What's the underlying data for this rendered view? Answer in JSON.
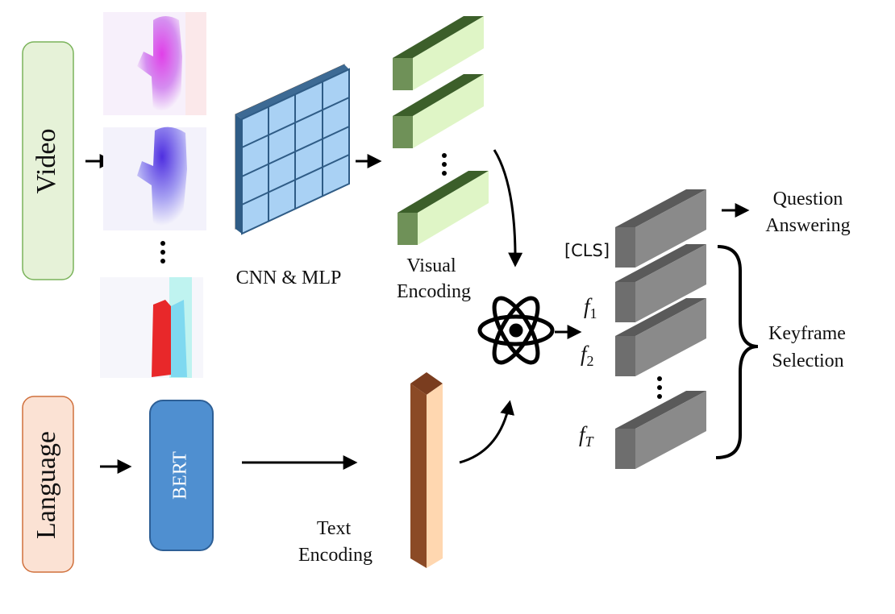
{
  "inputs": {
    "video_label": "Video",
    "language_label": "Language"
  },
  "encoders": {
    "bert_label": "BERT",
    "cnn_label": "CNN & MLP"
  },
  "labels": {
    "visual_encoding_line1": "Visual",
    "visual_encoding_line2": "Encoding",
    "text_encoding_line1": "Text",
    "text_encoding_line2": "Encoding",
    "question_answering_line1": "Question",
    "question_answering_line2": "Answering",
    "keyframe_selection_line1": "Keyframe",
    "keyframe_selection_line2": "Selection",
    "cls_token": "[CLS]",
    "f1_base": "f",
    "f1_sub": "1",
    "f2_base": "f",
    "f2_sub": "2",
    "fT_base": "f",
    "fT_sub": "T"
  },
  "colors": {
    "video_box_fill": "#e6f2d8",
    "video_box_stroke": "#7ab35a",
    "language_box_fill": "#fbe2d4",
    "language_box_stroke": "#d0703c",
    "bert_fill": "#4f8fd0",
    "bert_stroke": "#2d5f96",
    "grid_fill": "#a9d1f4",
    "grid_stroke": "#2f5c86",
    "visual_token_front": "#dff5c6",
    "visual_token_top": "#3c5f2a",
    "visual_token_side": "#6f9158",
    "text_token_front": "#ffd7b0",
    "text_token_side": "#8b4a26",
    "gray_token_front": "#8a8a8a",
    "gray_token_top": "#5a5a5a",
    "gray_token_side": "#6e6e6e"
  }
}
